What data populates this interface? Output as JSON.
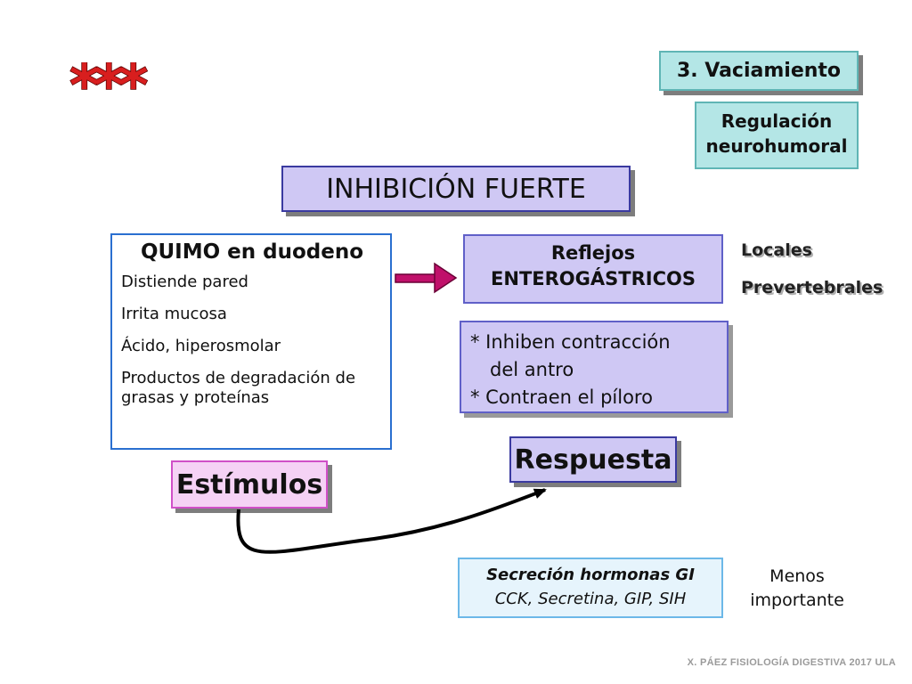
{
  "stars": "***",
  "header": {
    "section_title": "3. Vaciamiento",
    "subsection_line1": "Regulación",
    "subsection_line2": "neurohumoral"
  },
  "main_title": "INHIBICIÓN FUERTE",
  "quimo": {
    "title": "QUIMO en duodeno",
    "items": [
      "Distiende pared",
      "Irrita mucosa",
      "Ácido, hiperosmolar",
      "Productos de degradación de grasas y proteínas"
    ]
  },
  "reflejos": {
    "line1": "Reflejos",
    "line2": "ENTEROGÁSTRICOS"
  },
  "reflex_types": [
    "Locales",
    "Prevertebrales"
  ],
  "effects": {
    "line1": "* Inhiben contracción",
    "line2": "del antro",
    "line3": "* Contraen el píloro"
  },
  "respuesta": "Respuesta",
  "estimulos": "Estímulos",
  "secrecion": {
    "title": "Secreción hormonas GI",
    "hormones": "CCK, Secretina, GIP, SIH"
  },
  "menos_importante": {
    "line1": "Menos",
    "line2": "importante"
  },
  "footer": "X. PÁEZ   FISIOLOGÍA DIGESTIVA 2017  ULA",
  "colors": {
    "star_red": "#d81e1e",
    "teal_box": "#b4e6e6",
    "lavender_box": "#cfc8f4",
    "pink_box": "#f5d2f5",
    "arrow_magenta": "#c0106a",
    "light_blue_box": "#e6f4fc"
  }
}
